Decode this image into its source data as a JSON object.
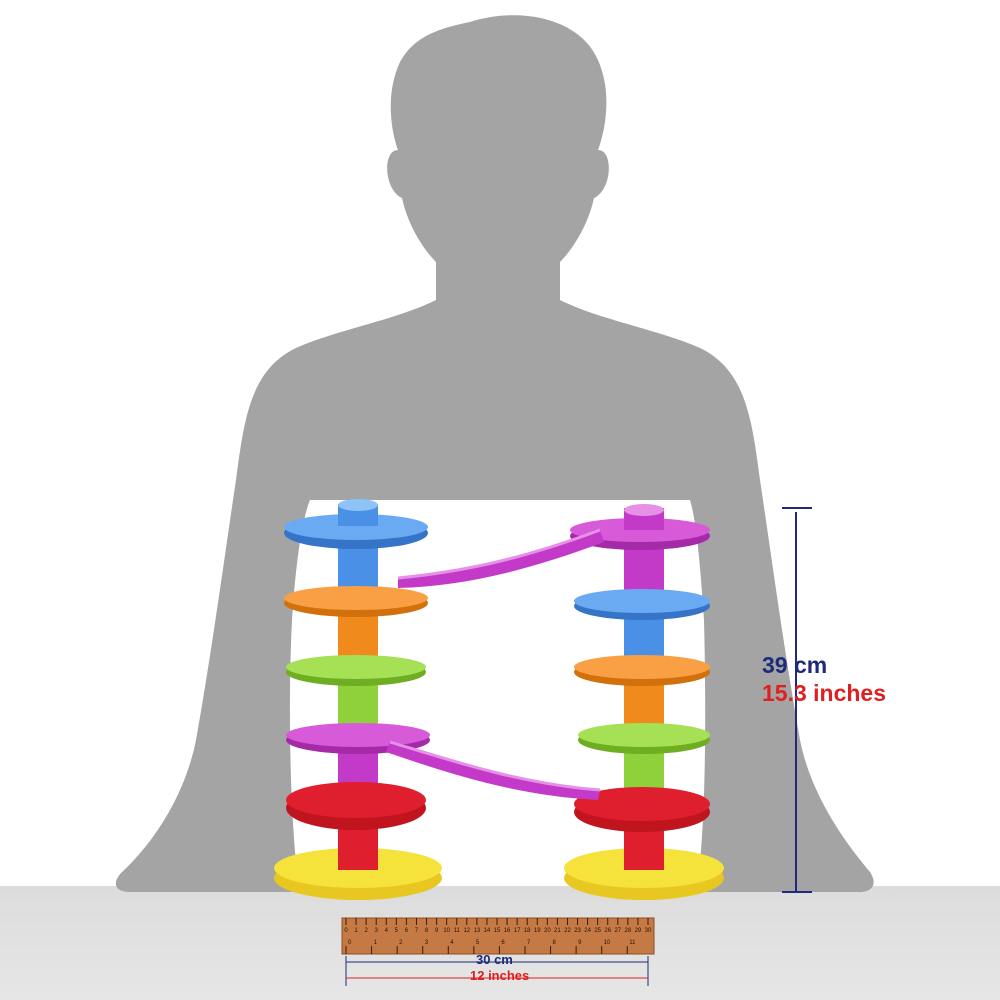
{
  "height_measure": {
    "cm": "39 cm",
    "inches": "15.3 inches"
  },
  "ruler_measure": {
    "cm": "30 cm",
    "inches": "12 inches"
  },
  "ruler": {
    "cm_ticks": [
      "0",
      "1",
      "2",
      "3",
      "4",
      "5",
      "6",
      "7",
      "8",
      "9",
      "10",
      "11",
      "12",
      "13",
      "14",
      "15",
      "16",
      "17",
      "18",
      "19",
      "20",
      "21",
      "22",
      "23",
      "24",
      "25",
      "26",
      "27",
      "28",
      "29",
      "30"
    ],
    "inch_ticks": [
      "0",
      "1",
      "2",
      "3",
      "4",
      "5",
      "6",
      "7",
      "8",
      "9",
      "10",
      "11"
    ]
  },
  "colors": {
    "silhouette": "#a4a4a4",
    "table": "#dadada",
    "dimension_blue": "#1f2a7a",
    "dimension_red": "#e02020",
    "ruler_wood": "#c57a45",
    "blue": "#4a90e6",
    "orange": "#f08a1c",
    "green": "#8ed13a",
    "purple": "#c43ac8",
    "red": "#e01f2e",
    "yellow": "#f5e23a"
  },
  "towers": [
    {
      "name": "left-tower",
      "tiers": [
        "blue",
        "orange",
        "green",
        "purple",
        "red",
        "yellow"
      ]
    },
    {
      "name": "right-tower",
      "tiers": [
        "purple",
        "blue",
        "orange",
        "green",
        "red",
        "yellow"
      ]
    }
  ]
}
